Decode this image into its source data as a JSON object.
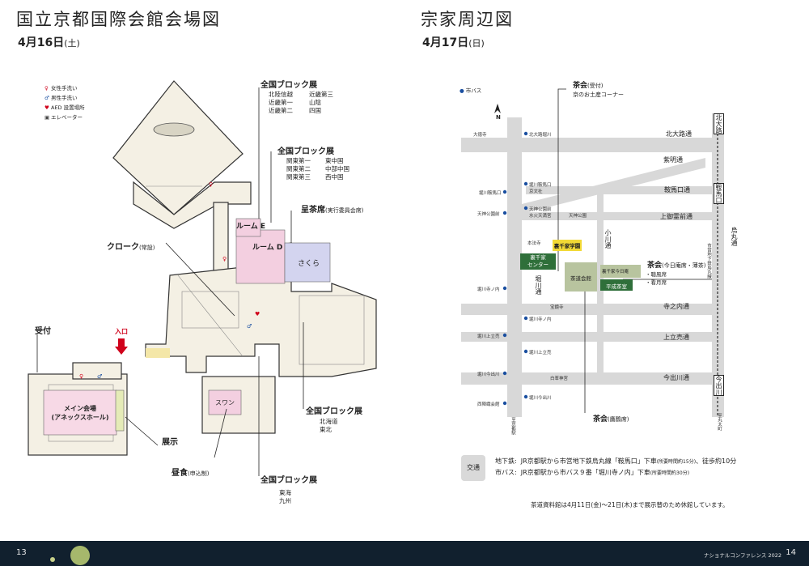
{
  "left_page": {
    "title": "国立京都国際会館会場図",
    "date_num": "4月16日",
    "date_day": "(土)",
    "legend": [
      {
        "icon": "female-toilet-icon",
        "glyph": "♀",
        "color": "#d0021b",
        "label": "女性手洗い"
      },
      {
        "icon": "male-toilet-icon",
        "glyph": "♂",
        "color": "#1a4fa0",
        "label": "男性手洗い"
      },
      {
        "icon": "aed-icon",
        "glyph": "♥",
        "color": "#d0021b",
        "label": "AED 設置場所"
      },
      {
        "icon": "elevator-icon",
        "glyph": "▣",
        "color": "#444444",
        "label": "エレベーター"
      }
    ],
    "labels": {
      "block1_title": "全国ブロック展",
      "block1_col1": [
        "北陸信越",
        "近畿第一",
        "近畿第二"
      ],
      "block1_col2": [
        "近畿第三",
        "山陰",
        "四国"
      ],
      "block2_title": "全国ブロック展",
      "block2_col1": [
        "関東第一",
        "関東第二",
        "関東第三"
      ],
      "block2_col2": [
        "東中国",
        "中部中国",
        "西中国"
      ],
      "teaseki": "呈茶席",
      "teaseki_note": "(実行委員会席)",
      "room_e": "ルーム E",
      "room_d": "ルーム D",
      "sakura": "さくら",
      "cloak": "クローク",
      "cloak_note": "(常設)",
      "uketsuke": "受付",
      "iriguchi": "入口",
      "main_hall_1": "メイン会場",
      "main_hall_2": "(アネックスホール)",
      "tenji": "展示",
      "swan": "スワン",
      "lunch": "昼食",
      "lunch_note": "(申込制)",
      "block3_title": "全国ブロック展",
      "block3_items": [
        "北海道",
        "東北"
      ],
      "block4_title": "全国ブロック展",
      "block4_items": [
        "東海",
        "九州"
      ]
    },
    "page_number": "13"
  },
  "right_page": {
    "title": "宗家周辺図",
    "date_num": "4月17日",
    "date_day": "(日)",
    "bus_legend": "市バス",
    "north": "N",
    "labels": {
      "chakai_uketsuke": "茶会",
      "chakai_uketsuke_note": "(受付)",
      "kyo_no_omiyage": "京のお土産コーナー",
      "urasenke_gakuen": "裏千家学園",
      "urasenke_center_1": "裏千家",
      "urasenke_center_2": "センター",
      "chado_kaikan": "茶道会館",
      "urasenke_konnichian": "裏千家今日庵",
      "heisei_chashitsu": "平成茶室",
      "chakai_right": "茶会",
      "chakai_right_note": "(今日庵席・薄茶)",
      "chakai_right_items": [
        "・聴風席",
        "・看月席"
      ],
      "chakai_bottom": "茶会",
      "chakai_bottom_note": "(鷹鶴席)"
    },
    "roads": {
      "kitaoji_dori": "北大路通",
      "shimeido": "紫明通",
      "kuramaguchi_dori": "鞍馬口通",
      "kamigoryomae_dori": "上御霊前通",
      "teranouchi_dori": "寺之内通",
      "kamidachiuri_dori": "上立売通",
      "imadegawa_dori": "今出川通",
      "horikawa_dori": "堀川通",
      "ogawa_dori": "小川通",
      "karasuma_dori": "烏丸通",
      "subway_line": "市営地下鉄烏丸線",
      "kitaoji_station": "北大路",
      "kuramaguchi_station": "鞍馬口",
      "imadegawa_station": "今出川",
      "karasuma_kuramaguchi_station": "至丸太町",
      "kyoto_station_dir": "至京都駅"
    },
    "stops": {
      "daitokuji": "大徳寺",
      "kitaoji_horikawa": "北大路堀川",
      "horikawa_kuramaguchi": "堀川鞍馬口",
      "kyobunsha": "京文社",
      "tenjin_koen": "天神公園前",
      "tenjin_koen_2": "天神公園前",
      "suiten_mae": "水火天満宮",
      "tenjin_koen_label": "天神公園",
      "honpoji": "本法寺",
      "horikawa_teranouchi": "堀川寺ノ内",
      "hokyoji": "宝鏡寺",
      "horikawa_teranouchi_2": "堀川寺ノ内",
      "horikawa_kamidachiuri": "堀川上立売",
      "horikawa_kamidachiuri_2": "堀川上立売",
      "horikawa_imadegawa": "堀川今出川",
      "nishijin_orikaikan": "西陣織会館",
      "shiramine_jingu": "白峯神宮",
      "horikawa_imadegawa_2": "堀川今出川"
    },
    "access": {
      "badge": "交通",
      "subway_label": "地下鉄:",
      "subway_text": "JR京都駅から市営地下鉄烏丸線「鞍馬口」下車",
      "subway_time": "(所要時間約15分)",
      "subway_walk": "、徒歩約10分",
      "bus_label": "市バス:",
      "bus_text": "JR京都駅から市バス９番「堀川寺ノ内」下車",
      "bus_time": "(所要時間約30分)"
    },
    "notice": "茶道資料館は4月11日(金)〜21日(木)まで展示替のため休館しています。",
    "page_number": "14",
    "brand": "ナショナルコンファレンス 2022"
  }
}
